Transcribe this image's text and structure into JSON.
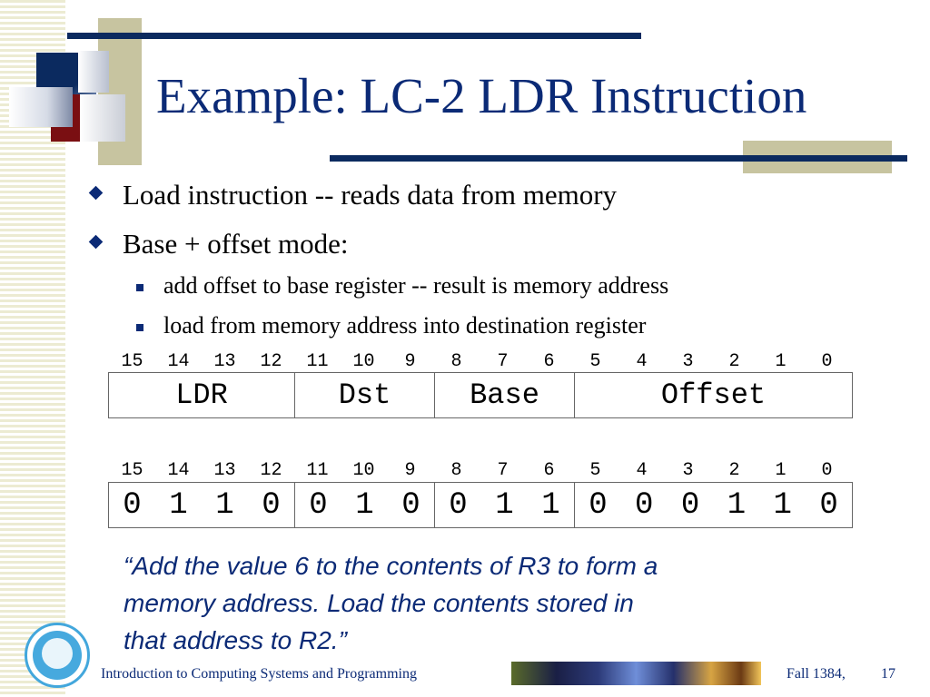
{
  "slide": {
    "title": "Example: LC-2 LDR Instruction",
    "bullets": [
      {
        "level": 1,
        "text": "Load instruction -- reads data from memory"
      },
      {
        "level": 1,
        "text": "Base + offset mode:"
      },
      {
        "level": 2,
        "text": "add offset to base register -- result is memory address"
      },
      {
        "level": 2,
        "text": "load from memory address into destination register"
      }
    ]
  },
  "format": {
    "bit_numbers": [
      "15",
      "14",
      "13",
      "12",
      "11",
      "10",
      "9",
      "8",
      "7",
      "6",
      "5",
      "4",
      "3",
      "2",
      "1",
      "0"
    ],
    "fields": [
      {
        "name": "LDR",
        "bits": 4
      },
      {
        "name": "Dst",
        "bits": 3
      },
      {
        "name": "Base",
        "bits": 3
      },
      {
        "name": "Offset",
        "bits": 6
      }
    ]
  },
  "example": {
    "bit_numbers": [
      "15",
      "14",
      "13",
      "12",
      "11",
      "10",
      "9",
      "8",
      "7",
      "6",
      "5",
      "4",
      "3",
      "2",
      "1",
      "0"
    ],
    "groups": [
      [
        "0",
        "1",
        "1",
        "0"
      ],
      [
        "0",
        "1",
        "0"
      ],
      [
        "0",
        "1",
        "1"
      ],
      [
        "0",
        "0",
        "0",
        "1",
        "1",
        "0"
      ]
    ]
  },
  "quote": {
    "lines": [
      "“Add the value 6 to the contents of R3 to form a",
      "memory address.  Load the contents stored in",
      "that address to R2.”"
    ]
  },
  "footer": {
    "left": "Introduction to Computing Systems and Programming",
    "right": "Fall 1384,",
    "page": "17"
  },
  "colors": {
    "accent": "#0b2a76",
    "rule": "#0b2a5f",
    "olive": "#c7c4a0",
    "maroon": "#7a0f12"
  }
}
